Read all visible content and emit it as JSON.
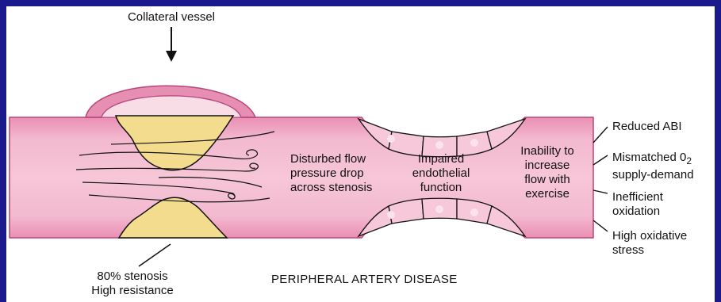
{
  "diagram": {
    "title": "PERIPHERAL ARTERY DISEASE",
    "collateral_label": "Collateral vessel",
    "stenosis_label": [
      "80% stenosis",
      "High resistance"
    ],
    "flow_label": [
      "Disturbed flow",
      "pressure drop",
      "across stenosis"
    ],
    "endothelial_label": [
      "Impaired",
      "endothelial",
      "function"
    ],
    "exercise_label": [
      "Inability to",
      "increase",
      "flow with",
      "exercise"
    ],
    "effects": {
      "abi": "Reduced ABI",
      "mismatch_line1": "Mismatched 0",
      "mismatch_sub": "2",
      "mismatch_line2": "supply-demand",
      "inefficient_line1": "Inefficient",
      "inefficient_line2": "oxidation",
      "stress_line1": "High oxidative",
      "stress_line2": "stress"
    },
    "colors": {
      "frame": "#1a1a8c",
      "vessel": "#f2b8cd",
      "vessel_edge": "#c2457a",
      "plaque": "#f3dc8e",
      "collateral_inner": "#f9dde6",
      "endothelial_cell": "#f6c8d9"
    }
  }
}
